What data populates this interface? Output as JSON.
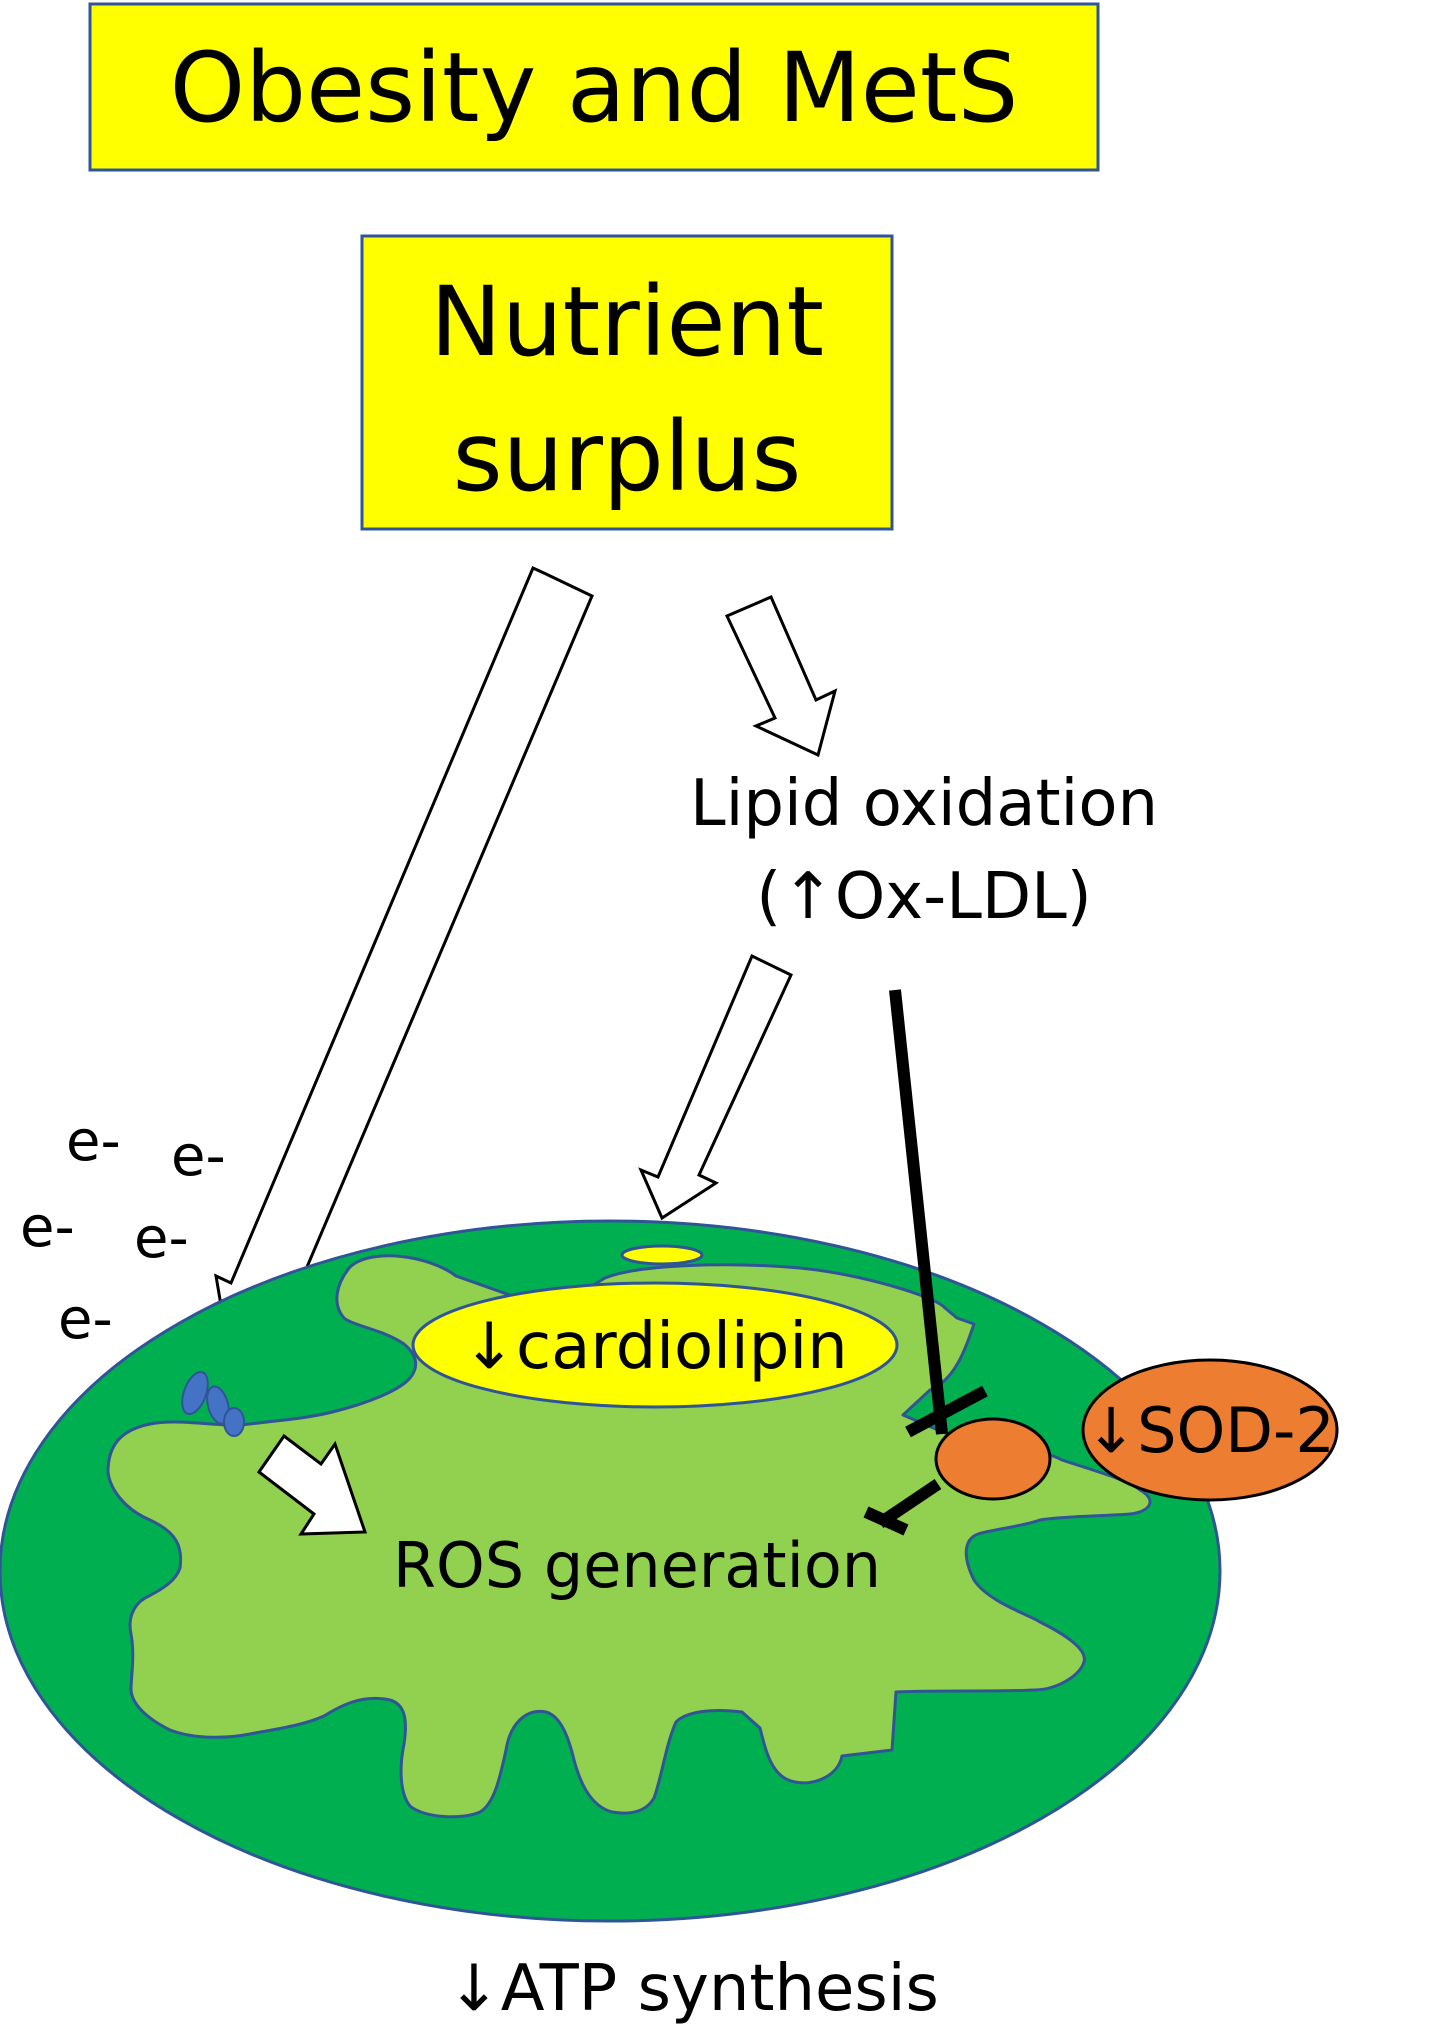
{
  "boxes": {
    "top_title": "Obesity and MetS",
    "nutrient_line1": "Nutrient",
    "nutrient_line2": "surplus"
  },
  "labels": {
    "lipid_line1": "Lipid oxidation",
    "lipid_line2": "(↑Ox-LDL)",
    "electron": "e-",
    "cardiolipin": "↓cardiolipin",
    "sod2": "↓SOD-2",
    "ros": "ROS generation",
    "atp": "↓ATP synthesis"
  },
  "colors": {
    "box_fill": "#ffff00",
    "box_border": "#2f5597",
    "matrix_outer": "#00b050",
    "matrix_inner": "#92d050",
    "membrane_stroke": "#2f5597",
    "sod_fill": "#ed7d31",
    "complex_fill": "#4472c4"
  }
}
